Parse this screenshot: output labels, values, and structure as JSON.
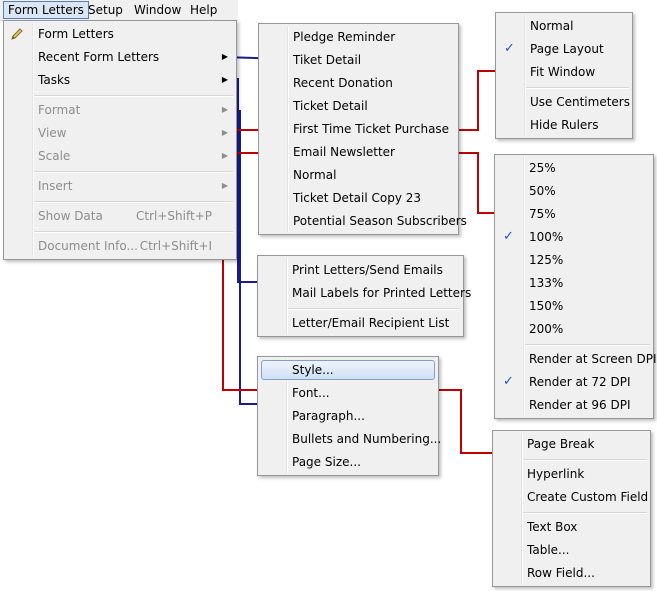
{
  "menubar": {
    "items": [
      "Form Letters",
      "Setup",
      "Window",
      "Help"
    ]
  },
  "main_menu": {
    "form_letters": "Form Letters",
    "recent_form_letters": "Recent Form Letters",
    "tasks": "Tasks",
    "format": "Format",
    "view": "View",
    "scale": "Scale",
    "insert": "Insert",
    "show_data": "Show Data",
    "show_data_shortcut": "Ctrl+Shift+P",
    "document_info": "Document Info...",
    "document_info_shortcut": "Ctrl+Shift+I"
  },
  "recent_menu": {
    "items": [
      "Pledge Reminder",
      "Tiket Detail",
      "Recent Donation",
      "Ticket Detail",
      "First Time Ticket Purchase",
      "Email Newsletter",
      "Normal",
      "Ticket Detail Copy 23",
      "Potential Season Subscribers"
    ]
  },
  "view_menu": {
    "normal": "Normal",
    "page_layout": "Page Layout",
    "fit_window": "Fit Window",
    "use_centimeters": "Use Centimeters",
    "hide_rulers": "Hide Rulers"
  },
  "scale_menu": {
    "levels": [
      "25%",
      "50%",
      "75%",
      "100%",
      "125%",
      "133%",
      "150%",
      "200%"
    ],
    "render_screen": "Render at Screen DPI",
    "render_72": "Render at 72 DPI",
    "render_96": "Render at 96 DPI"
  },
  "tasks_menu": {
    "print_letters": "Print Letters/Send Emails",
    "mail_labels": "Mail Labels for Printed Letters",
    "recipient_list": "Letter/Email Recipient List"
  },
  "format_menu": {
    "style": "Style...",
    "font": "Font...",
    "paragraph": "Paragraph...",
    "bullets": "Bullets and Numbering...",
    "page_size": "Page Size..."
  },
  "insert_menu": {
    "page_break": "Page Break",
    "hyperlink": "Hyperlink",
    "create_custom_field": "Create Custom Field",
    "text_box": "Text Box",
    "table": "Table...",
    "row_field": "Row Field..."
  },
  "colors": {
    "arrow_blue": "#1a1a8c",
    "arrow_red": "#c00000",
    "check_blue": "#1a56c8",
    "highlight": "#cfe0f5"
  }
}
